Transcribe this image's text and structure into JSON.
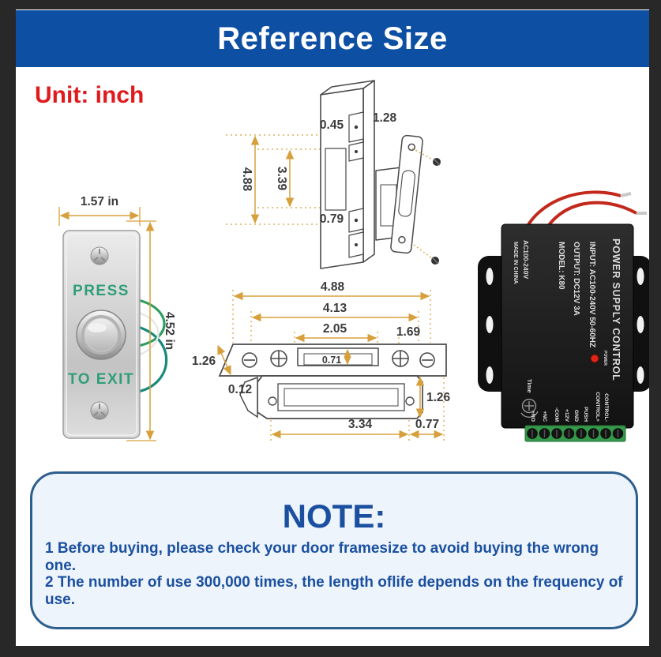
{
  "header": {
    "title": "Reference Size"
  },
  "unit_label": "Unit: inch",
  "exit_button": {
    "width": "1.57 in",
    "height": "4.52 in",
    "line1": "PRESS",
    "line2": "TO EXIT"
  },
  "strike_front": {
    "overall_height": "4.88",
    "cavity_height": "3.39",
    "top_hole": "0.45",
    "depth": "1.28",
    "bottom_hole": "0.79"
  },
  "strike_top": {
    "overall_length": "4.88",
    "screw_span": "4.13",
    "opening_width": "2.05",
    "right_offset": "1.69",
    "plate_width": "1.26",
    "lip": "0.12",
    "opening_depth": "0.71",
    "body_width": "1.26",
    "body_length": "3.34",
    "body_end": "0.77"
  },
  "power_supply": {
    "title": "POWER SUPPLY CONTROL",
    "input": "INPUT: AC100-240V 50-60HZ",
    "output": "OUTPUT: DC12V 3A",
    "model": "MODEL: K80",
    "side_voltage": "AC100-240V",
    "side_origin": "MADE IN CHINA",
    "led": "POWER",
    "time": "Time",
    "terminals": [
      "+NO",
      "+NC",
      "-COM",
      "+12V",
      "GND",
      "PUSH",
      "CONTROL+",
      "CONTROL-"
    ]
  },
  "note": {
    "title": "NOTE:",
    "item1": "1 Before buying, please check your door framesize to avoid buying the wrong one.",
    "item2": "2 The number of use 300,000 times, the length oflife depends on the frequency of use."
  },
  "colors": {
    "header_bg": "#0d4fa3",
    "accent_red": "#e11a1e",
    "dimension_tan": "#d7a03c",
    "note_blue": "#1b50a0",
    "green_text": "#2f9e78",
    "terminal_green": "#35984a",
    "led_red": "#e02416"
  }
}
